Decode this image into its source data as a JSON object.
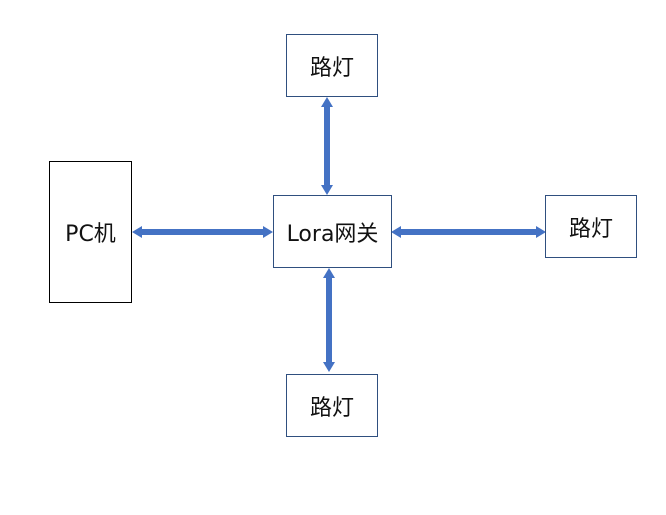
{
  "nodes": {
    "pc": {
      "label": "PC机"
    },
    "gateway": {
      "label": "Lora网关"
    },
    "lamp_top": {
      "label": "路灯"
    },
    "lamp_right": {
      "label": "路灯"
    },
    "lamp_bottom": {
      "label": "路灯"
    }
  },
  "edges": [
    {
      "from": "pc",
      "to": "gateway",
      "direction": "bidirectional"
    },
    {
      "from": "gateway",
      "to": "lamp_top",
      "direction": "bidirectional"
    },
    {
      "from": "gateway",
      "to": "lamp_right",
      "direction": "bidirectional"
    },
    {
      "from": "gateway",
      "to": "lamp_bottom",
      "direction": "bidirectional"
    }
  ],
  "colors": {
    "arrow": "#4472c4",
    "box_border": "#2f4f7f",
    "pc_border": "#000000"
  }
}
